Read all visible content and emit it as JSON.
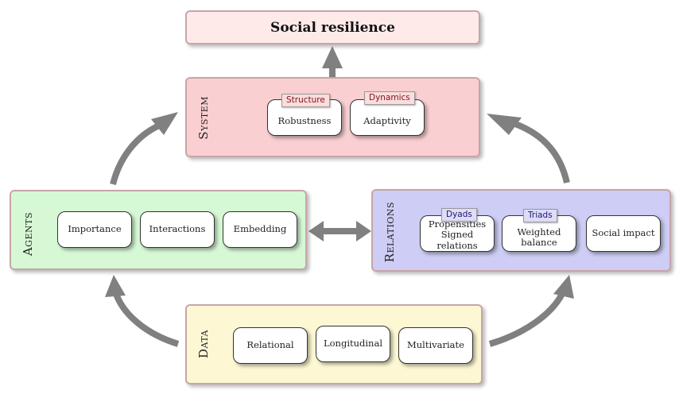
{
  "title": "Social resilience",
  "system": {
    "label": "System",
    "items": [
      {
        "tag": "Structure",
        "label": "Robustness"
      },
      {
        "tag": "Dynamics",
        "label": "Adaptivity"
      }
    ]
  },
  "agents": {
    "label": "Agents",
    "items": [
      "Importance",
      "Interactions",
      "Embedding"
    ]
  },
  "relations": {
    "label": "Relations",
    "items": [
      {
        "tag": "Dyads",
        "lines": [
          "Propensities",
          "Signed relations"
        ]
      },
      {
        "tag": "Triads",
        "lines": [
          "Weighted balance"
        ]
      },
      {
        "tag": "",
        "lines": [
          "Social impact"
        ]
      }
    ]
  },
  "data": {
    "label": "Data",
    "items": [
      "Relational",
      "Longitudinal",
      "Multivariate"
    ]
  },
  "colors": {
    "arrow": "#808080",
    "title_fill": "#ffeaea",
    "system_fill": "#f9cfd2",
    "agents_fill": "#d6f8d5",
    "relations_fill": "#cdcdf5",
    "data_fill": "#fdf8d3"
  }
}
